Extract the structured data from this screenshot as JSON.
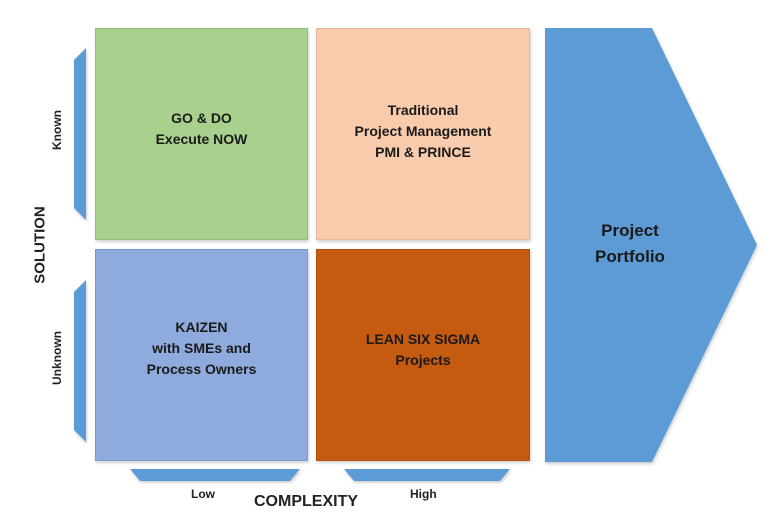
{
  "quadrants": {
    "go_do": {
      "line1": "GO & DO",
      "line2": "Execute NOW",
      "color": "#a9d18e"
    },
    "traditional": {
      "line1": "Traditional",
      "line2": "Project Management",
      "line3": "PMI & PRINCE",
      "color": "#f8cbad"
    },
    "kaizen": {
      "line1": "KAIZEN",
      "line2": "with SMEs and",
      "line3": "Process Owners",
      "color": "#8faadc"
    },
    "lean": {
      "line1": "LEAN SIX SIGMA",
      "line2": "Projects",
      "color": "#c55a11"
    }
  },
  "portfolio": {
    "line1": "Project",
    "line2": "Portfolio",
    "color": "#5b9bd5"
  },
  "axes": {
    "y_title": "SOLUTION",
    "y_top": "Known",
    "y_bottom": "Unknown",
    "x_title": "COMPLEXITY",
    "x_left": "Low",
    "x_right": "High",
    "tab_color": "#5b9bd5"
  }
}
